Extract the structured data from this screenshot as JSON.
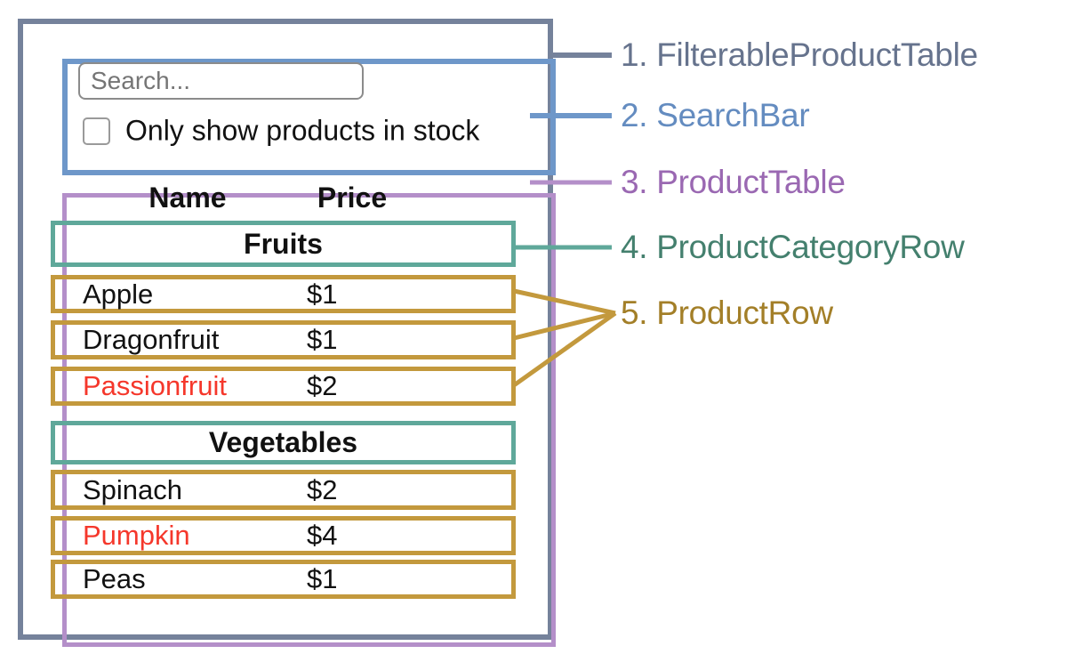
{
  "colors": {
    "outer_gray": "#75829b",
    "blue": "#6e97c9",
    "purple": "#b48fc9",
    "teal": "#5fa89a",
    "gold": "#c3993d",
    "red_text": "#f5372b",
    "black_text": "#111111"
  },
  "search_bar": {
    "placeholder": "Search...",
    "checkbox_label": "Only show products in stock",
    "checkbox_checked": false
  },
  "product_table": {
    "headers": {
      "name": "Name",
      "price": "Price"
    },
    "sections": [
      {
        "category": "Fruits",
        "rows": [
          {
            "name": "Apple",
            "price": "$1",
            "name_color": "#111111"
          },
          {
            "name": "Dragonfruit",
            "price": "$1",
            "name_color": "#111111"
          },
          {
            "name": "Passionfruit",
            "price": "$2",
            "name_color": "#f5372b"
          }
        ]
      },
      {
        "category": "Vegetables",
        "rows": [
          {
            "name": "Spinach",
            "price": "$2",
            "name_color": "#111111"
          },
          {
            "name": "Pumpkin",
            "price": "$4",
            "name_color": "#f5372b"
          },
          {
            "name": "Peas",
            "price": "$1",
            "name_color": "#111111"
          }
        ]
      }
    ]
  },
  "legend": {
    "items": [
      {
        "label": "1. FilterableProductTable",
        "text_color": "#66738d",
        "line_color": "#75829b"
      },
      {
        "label": "2. SearchBar",
        "text_color": "#648cc0",
        "line_color": "#6e97c9"
      },
      {
        "label": "3. ProductTable",
        "text_color": "#9a68b2",
        "line_color": "#b48fc9"
      },
      {
        "label": "4. ProductCategoryRow",
        "text_color": "#44806e",
        "line_color": "#5fa89a"
      },
      {
        "label": "5. ProductRow",
        "text_color": "#a37f28",
        "line_color": "#c3993d"
      }
    ]
  }
}
